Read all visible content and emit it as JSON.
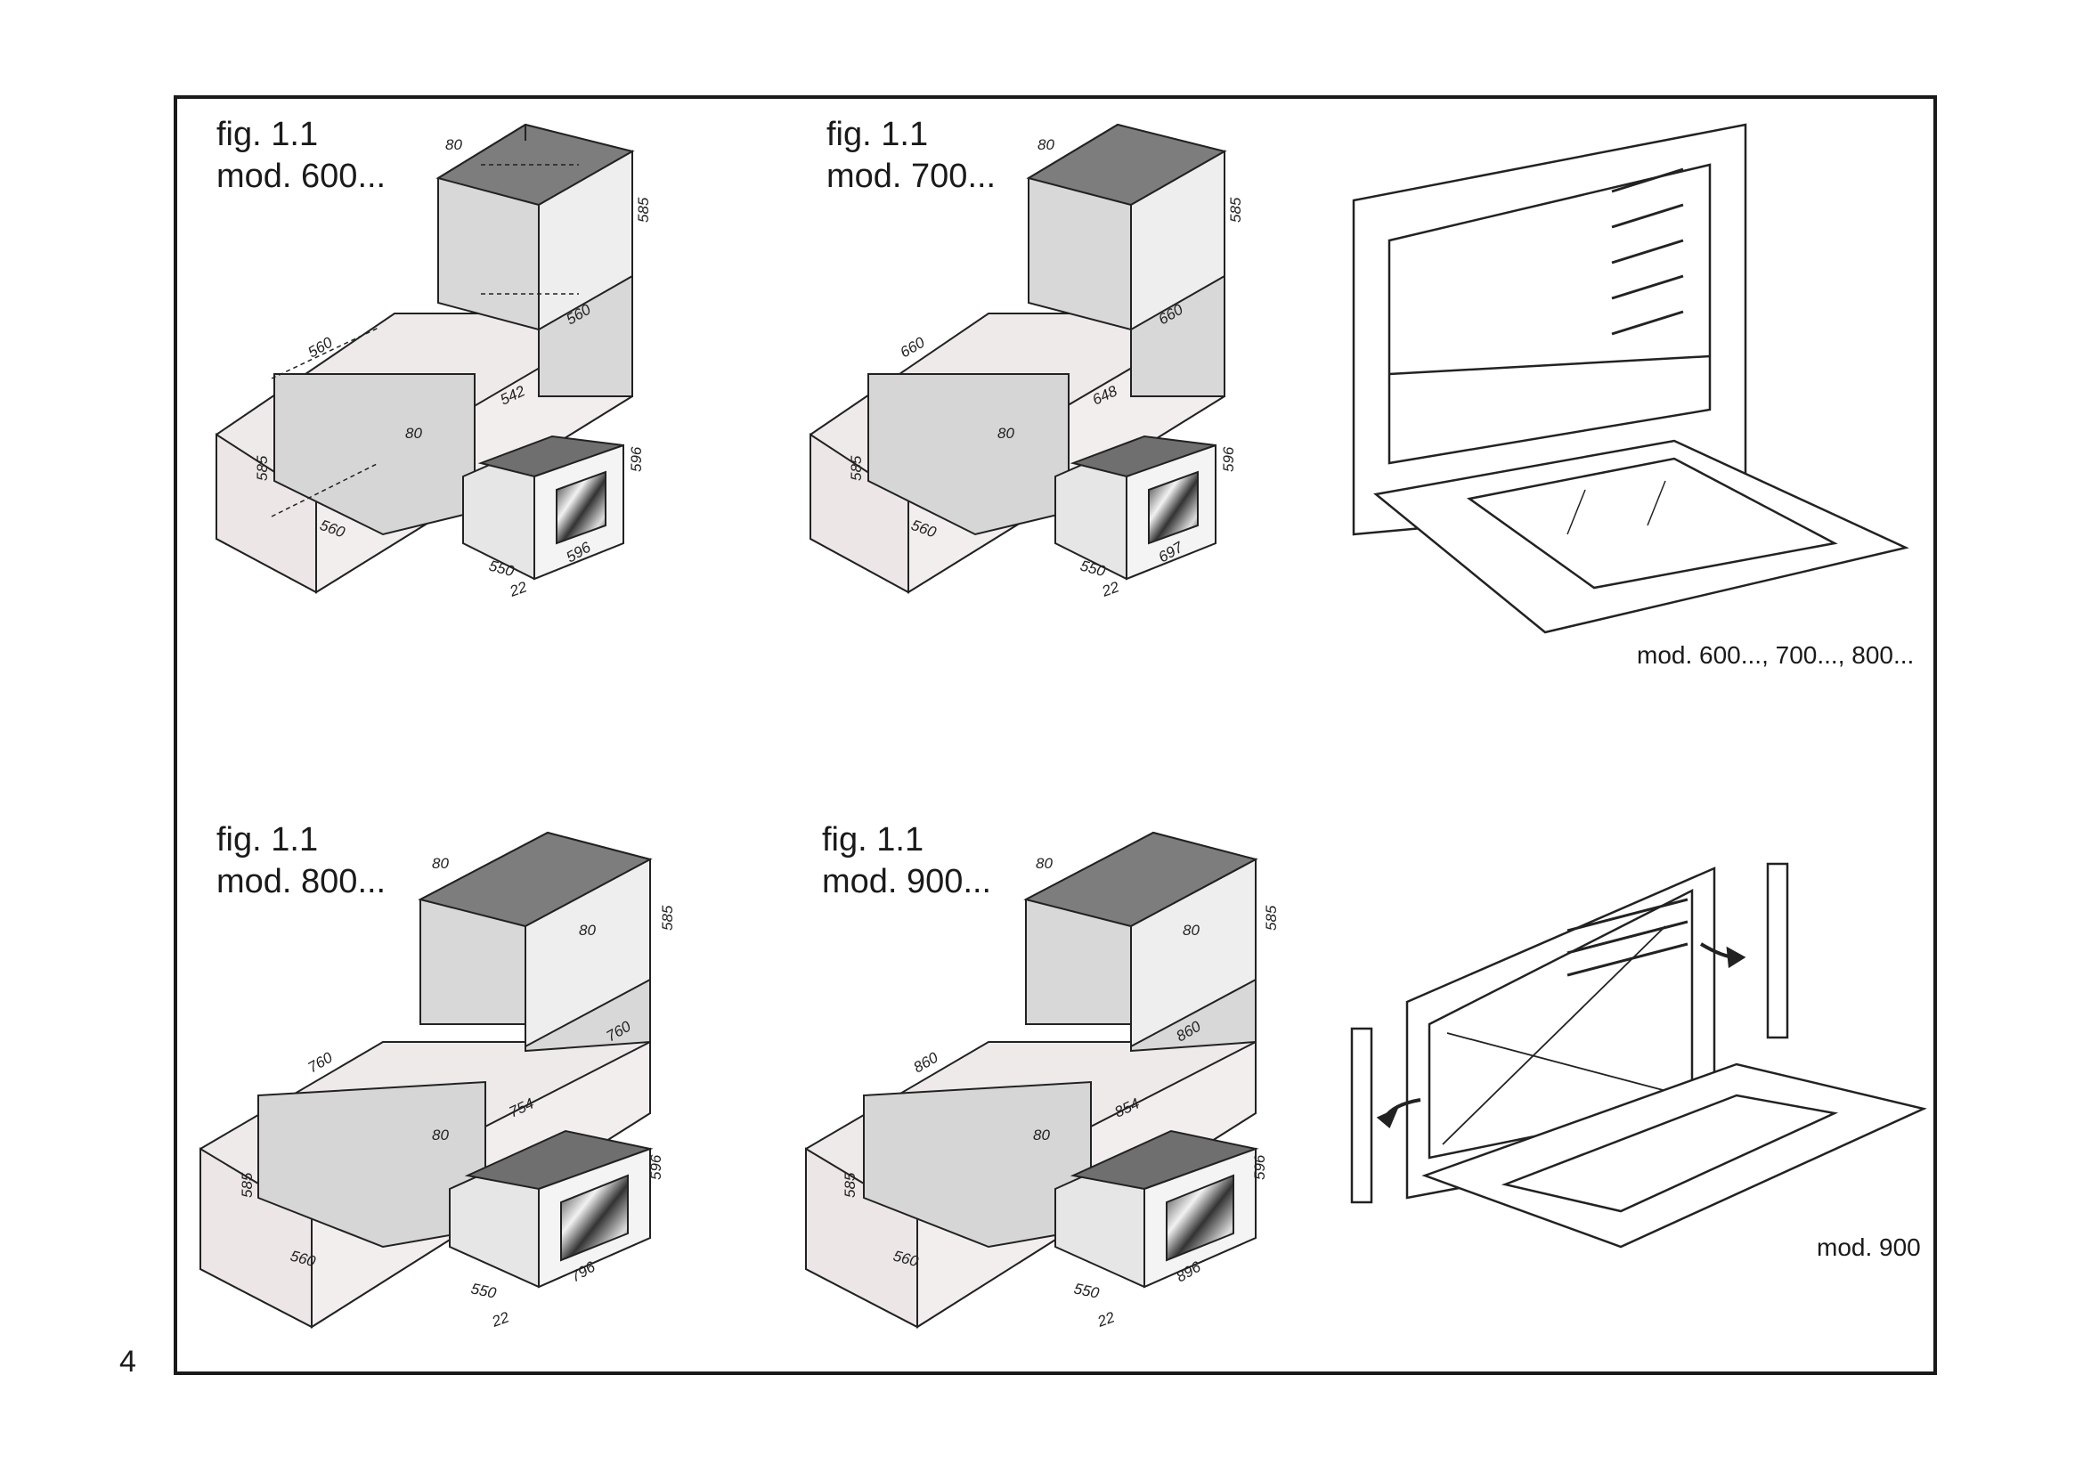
{
  "page_number": "4",
  "figures": [
    {
      "fig": "fig. 1.1",
      "model": "mod. 600...",
      "dims": {
        "top_gap": "80",
        "upper_h": "585",
        "upper_d": "560",
        "lower_w": "560",
        "lower_h": "585",
        "lower_d": "560",
        "vent": "80",
        "oven_top": "542",
        "oven_h": "596",
        "oven_w": "596",
        "oven_d": "550",
        "panel": "22"
      }
    },
    {
      "fig": "fig. 1.1",
      "model": "mod. 700...",
      "dims": {
        "top_gap": "80",
        "upper_h": "585",
        "upper_d": "660",
        "lower_w": "660",
        "lower_h": "585",
        "lower_d": "560",
        "vent": "80",
        "oven_top": "648",
        "oven_h": "596",
        "oven_w": "697",
        "oven_d": "550",
        "panel": "22"
      }
    },
    {
      "fig": "fig. 1.1",
      "model": "mod. 800...",
      "dims": {
        "top_gap": "80",
        "upper_h": "585",
        "upper_d": "760",
        "upper_vent": "80",
        "lower_w": "760",
        "lower_h": "585",
        "lower_d": "560",
        "vent": "80",
        "oven_top": "754",
        "oven_h": "596",
        "oven_w": "796",
        "oven_d": "550",
        "panel": "22"
      }
    },
    {
      "fig": "fig. 1.1",
      "model": "mod. 900...",
      "dims": {
        "top_gap": "80",
        "upper_h": "585",
        "upper_d": "860",
        "upper_vent": "80",
        "lower_w": "860",
        "lower_h": "585",
        "lower_d": "560",
        "vent": "80",
        "oven_top": "854",
        "oven_h": "596",
        "oven_w": "896",
        "oven_d": "550",
        "panel": "22"
      }
    }
  ],
  "captions": {
    "oven_open_small": "mod. 600..., 700..., 800...",
    "oven_open_900": "mod. 900"
  }
}
